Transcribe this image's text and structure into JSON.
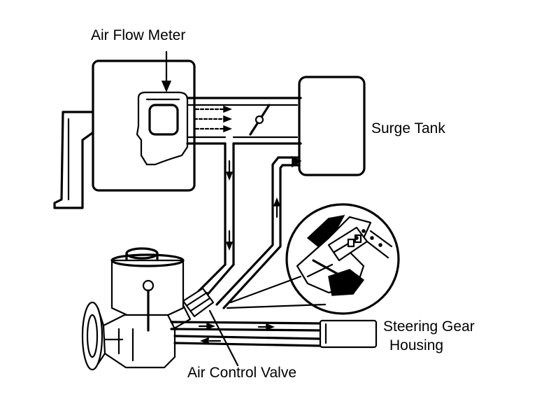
{
  "labels": {
    "air_flow_meter": "Air Flow Meter",
    "surge_tank": "Surge Tank",
    "steering_gear_line1": "Steering Gear",
    "steering_gear_line2": "Housing",
    "air_control_valve": "Air Control Valve"
  }
}
